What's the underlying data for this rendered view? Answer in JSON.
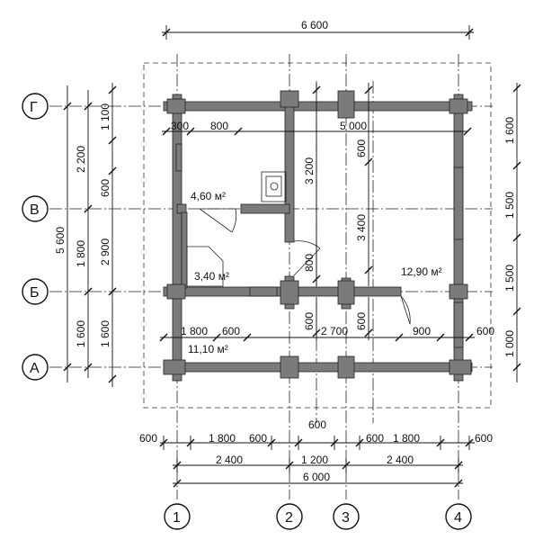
{
  "axes": {
    "rows": [
      {
        "id": "row-g",
        "label": "Г"
      },
      {
        "id": "row-v",
        "label": "В"
      },
      {
        "id": "row-b",
        "label": "Б"
      },
      {
        "id": "row-a",
        "label": "А"
      }
    ],
    "cols": [
      {
        "id": "col-1",
        "label": "1"
      },
      {
        "id": "col-2",
        "label": "2"
      },
      {
        "id": "col-3",
        "label": "3"
      },
      {
        "id": "col-4",
        "label": "4"
      }
    ]
  },
  "dimensions": {
    "top_overall": "6 600",
    "bottom_row1": [
      "600",
      "1 800",
      "600",
      "600",
      "600",
      "1 800",
      "600"
    ],
    "bottom_row1_top": "600",
    "bottom_row2": [
      "2 400",
      "1 200",
      "2 400"
    ],
    "bottom_overall": "6 000",
    "left_outer": "5 600",
    "left_mid": [
      "2 200",
      "1 800",
      "1 600"
    ],
    "left_inner": [
      "1 100",
      "600",
      "2 900",
      "1 600"
    ],
    "right": [
      "1 600",
      "1 500",
      "1 500",
      "1 000"
    ],
    "interior": {
      "d300": "300",
      "d800_top": "800",
      "d5000": "5 000",
      "d3200": "3 200",
      "d600_a": "600",
      "d3400": "3 400",
      "d800_v": "800",
      "d600_b": "600",
      "d600_c": "600",
      "d1800": "1 800",
      "d600_d": "600",
      "d2700": "2 700",
      "d900": "900",
      "d600_e": "600"
    }
  },
  "rooms": [
    {
      "id": "room-small",
      "area": "4,60 м²"
    },
    {
      "id": "room-sauna",
      "area": "3,40 м²"
    },
    {
      "id": "room-large",
      "area": "12,90 м²"
    },
    {
      "id": "room-veranda",
      "area": "11,10 м²"
    }
  ]
}
